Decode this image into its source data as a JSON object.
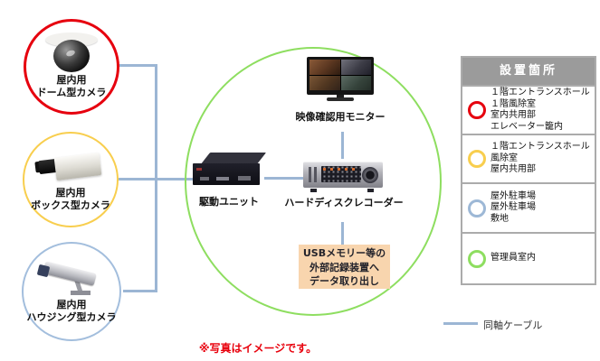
{
  "cameras": [
    {
      "label1": "屋内用",
      "label2": "ドーム型カメラ",
      "ring_color": "#e6000e"
    },
    {
      "label1": "屋内用",
      "label2": "ボックス型カメラ",
      "ring_color": "#f8ce4e"
    },
    {
      "label1": "屋内用",
      "label2": "ハウジング型カメラ",
      "ring_color": "#a3bedd"
    }
  ],
  "equipment": {
    "monitor_label": "映像確認用モニター",
    "drive_unit_label": "駆動ユニット",
    "recorder_label": "ハードディスクレコーダー",
    "usb_lines": [
      "USBメモリー等の",
      "外部記録装置へ",
      "データ取り出し"
    ],
    "usb_box_color": "#f8d5ae"
  },
  "panel": {
    "title": "設置箇所",
    "header_color": "#9b9b9b",
    "rows": [
      {
        "marker_color": "#e6000e",
        "lines": [
          "１階エントランスホール",
          "１階風除室",
          "室内共用部",
          "エレベーター籠内"
        ]
      },
      {
        "marker_color": "#f8ce4e",
        "lines": [
          "１階エントランスホール",
          "風除室",
          "屋内共用部"
        ]
      },
      {
        "marker_color": "#9db8d6",
        "lines": [
          "屋外駐車場",
          "屋外駐車場",
          "敷地"
        ]
      },
      {
        "marker_color": "#8ede60",
        "lines": [
          "管理員室内"
        ]
      }
    ]
  },
  "legend": {
    "label": "同軸ケーブル",
    "line_color": "#9cb6d4"
  },
  "boundary_color": "#8ede60",
  "note": "※写真はイメージです。"
}
